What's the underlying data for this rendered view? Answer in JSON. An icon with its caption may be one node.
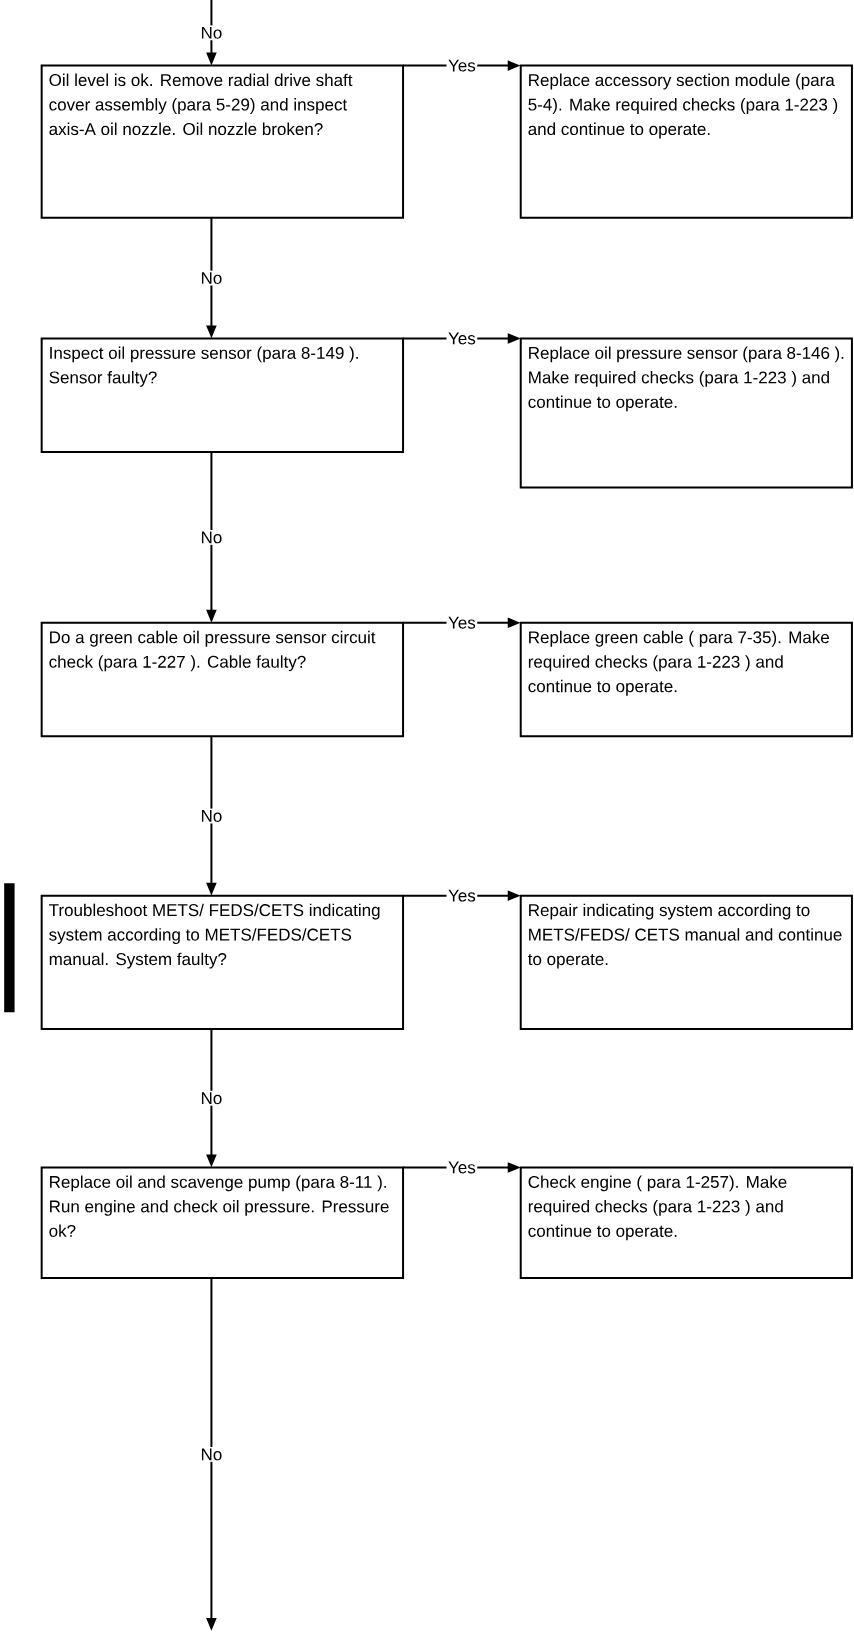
{
  "diagram": {
    "nodes": [
      {
        "text": [
          "Oil level is ok.  Remove radial drive shaft cover assembly (para 5-29) and inspect axis-A oil nozzle. Oil nozzle broken?"
        ]
      },
      {
        "text": [
          "Replace accessory section module (para 5-4). Make required checks (para 1-223 ) and continue to operate."
        ]
      },
      {
        "text": [
          "Inspect oil pressure sensor (para 8-149 ). Sensor faulty?"
        ]
      },
      {
        "text": [
          "Replace oil pressure sensor (para 8-146 ). Make required checks (para 1-223 ) and continue to operate."
        ]
      },
      {
        "text": [
          "Do a green cable oil pressure sensor circuit check (para 1-227 ).  Cable faulty?"
        ]
      },
      {
        "text": [
          "Replace green cable ( para 7-35).  Make required checks (para 1-223 ) and continue to operate."
        ]
      },
      {
        "text": [
          "Troubleshoot METS/ FEDS/CETS indicating system according to METS/FEDS/CETS manual.  System faulty?"
        ]
      },
      {
        "text": [
          "Repair indicating system according to METS/FEDS/ CETS manual  and continue to operate."
        ]
      },
      {
        "text": [
          "Replace oil and scavenge pump (para 8-11 ).  Run engine and check oil pressure.  Pressure ok?"
        ]
      },
      {
        "text": [
          "Check engine ( para 1-257).  Make required checks (para 1-223 ) and continue to operate."
        ]
      }
    ],
    "edges": [
      {
        "from": null,
        "to": 0,
        "arrow": "to",
        "label": "No"
      },
      {
        "from": 0,
        "to": 1,
        "arrow": "to",
        "label": "Yes"
      },
      {
        "from": 0,
        "to": 2,
        "arrow": "to",
        "label": "No"
      },
      {
        "from": 2,
        "to": 3,
        "arrow": "to",
        "label": "Yes"
      },
      {
        "from": 2,
        "to": 4,
        "arrow": "to",
        "label": "No"
      },
      {
        "from": 4,
        "to": 5,
        "arrow": "to",
        "label": "Yes"
      },
      {
        "from": 4,
        "to": 6,
        "arrow": "to",
        "label": "No"
      },
      {
        "from": 6,
        "to": 7,
        "arrow": "to",
        "label": "Yes"
      },
      {
        "from": 6,
        "to": 8,
        "arrow": "to",
        "label": "No"
      },
      {
        "from": 8,
        "to": 9,
        "arrow": "to",
        "label": "Yes"
      },
      {
        "from": 8,
        "to": null,
        "arrow": "to",
        "label": "No"
      }
    ]
  }
}
